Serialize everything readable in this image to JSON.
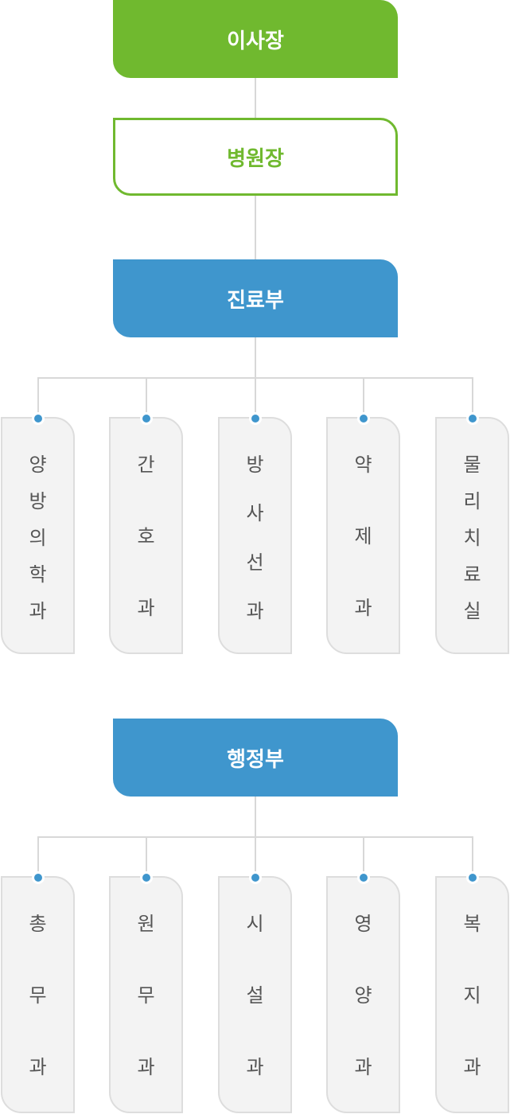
{
  "top": {
    "chairman": "이사장",
    "director": "병원장"
  },
  "medical": {
    "title": "진료부",
    "depts": [
      {
        "chars": [
          "양",
          "방",
          "의",
          "학",
          "과"
        ]
      },
      {
        "chars": [
          "간",
          "호",
          "과"
        ]
      },
      {
        "chars": [
          "방",
          "사",
          "선",
          "과"
        ]
      },
      {
        "chars": [
          "약",
          "제",
          "과"
        ]
      },
      {
        "chars": [
          "물",
          "리",
          "치",
          "료",
          "실"
        ]
      }
    ]
  },
  "admin": {
    "title": "행정부",
    "depts": [
      {
        "chars": [
          "총",
          "무",
          "과"
        ]
      },
      {
        "chars": [
          "원",
          "무",
          "과"
        ]
      },
      {
        "chars": [
          "시",
          "설",
          "과"
        ]
      },
      {
        "chars": [
          "영",
          "양",
          "과"
        ]
      },
      {
        "chars": [
          "복",
          "지",
          "과"
        ]
      }
    ]
  }
}
